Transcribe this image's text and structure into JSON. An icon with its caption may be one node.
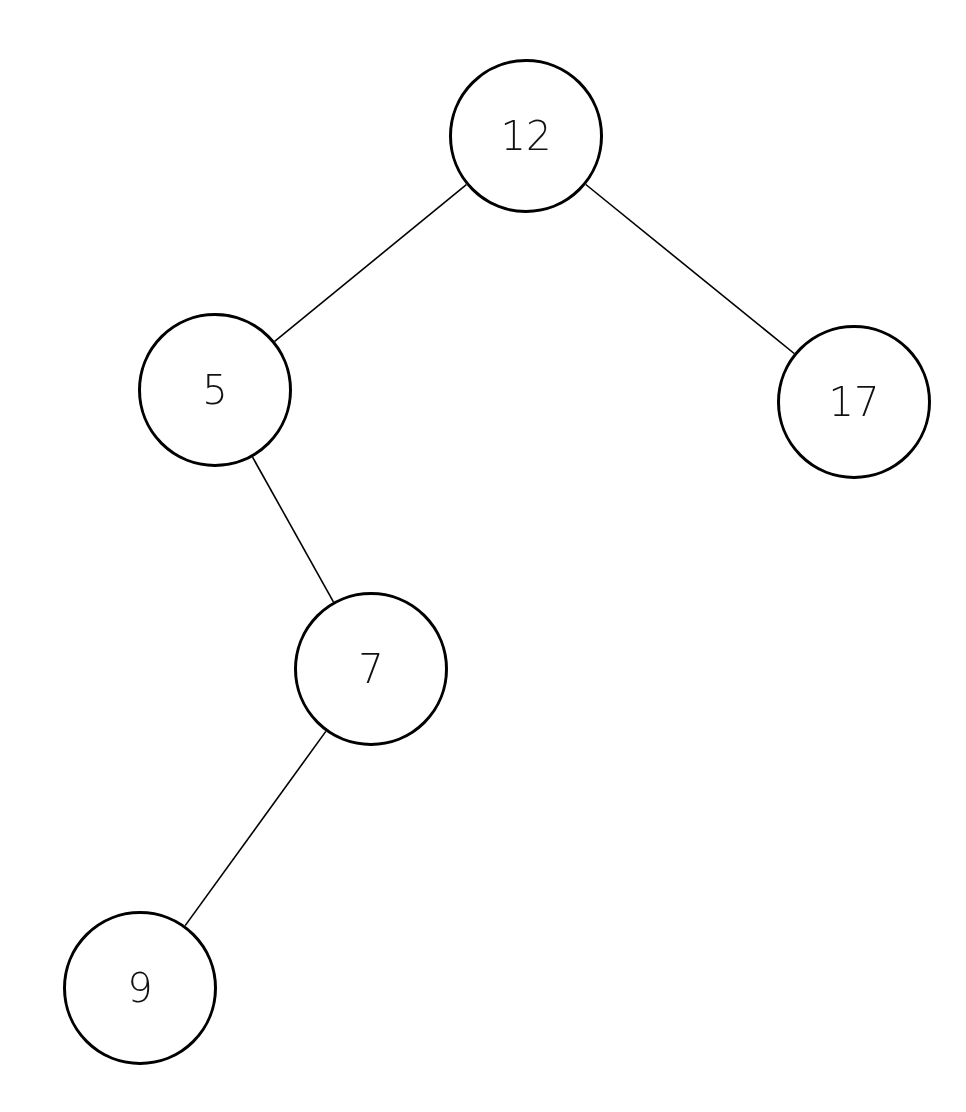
{
  "diagram": {
    "nodes": [
      {
        "text": [
          "12"
        ]
      },
      {
        "text": [
          "5"
        ]
      },
      {
        "text": [
          "17"
        ]
      },
      {
        "text": [
          "7"
        ]
      },
      {
        "text": [
          "9"
        ]
      }
    ],
    "edges": [
      {
        "from": 0,
        "to": 1,
        "arrow": "none"
      },
      {
        "from": 0,
        "to": 2,
        "arrow": "none"
      },
      {
        "from": 1,
        "to": 3,
        "arrow": "none"
      },
      {
        "from": 3,
        "to": 4,
        "arrow": "none"
      }
    ]
  }
}
